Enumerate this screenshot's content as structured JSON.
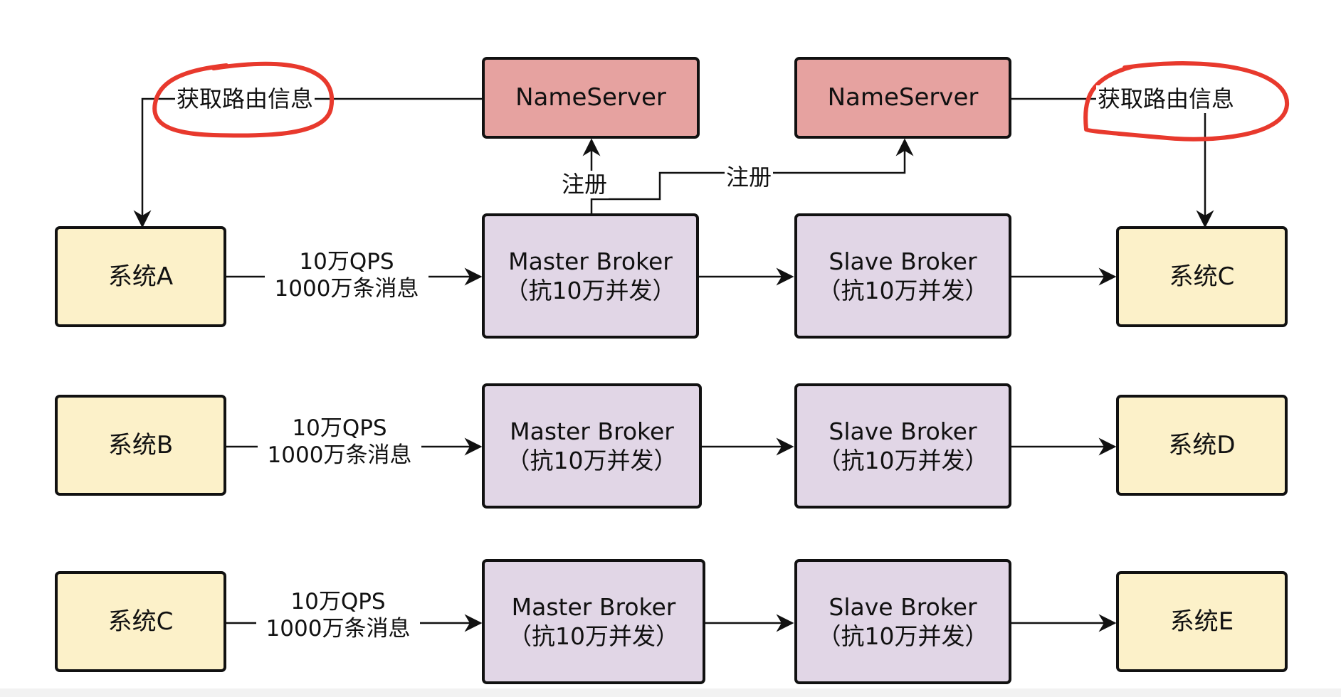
{
  "nameservers": [
    {
      "label": "NameServer"
    },
    {
      "label": "NameServer"
    }
  ],
  "annotations": {
    "route_left": "获取路由信息",
    "route_right": "获取路由信息",
    "register_left": "注册",
    "register_right": "注册",
    "highlight_color": "#e8392d"
  },
  "rows": [
    {
      "producer": "系统A",
      "flow_line1": "10万QPS",
      "flow_line2": "1000万条消息",
      "master_line1": "Master Broker",
      "master_line2": "（抗10万并发）",
      "slave_line1": "Slave Broker",
      "slave_line2": "（抗10万并发）",
      "consumer": "系统C"
    },
    {
      "producer": "系统B",
      "flow_line1": "10万QPS",
      "flow_line2": "1000万条消息",
      "master_line1": "Master Broker",
      "master_line2": "（抗10万并发）",
      "slave_line1": "Slave Broker",
      "slave_line2": "（抗10万并发）",
      "consumer": "系统D"
    },
    {
      "producer": "系统C",
      "flow_line1": "10万QPS",
      "flow_line2": "1000万条消息",
      "master_line1": "Master Broker",
      "master_line2": "（抗10万并发）",
      "slave_line1": "Slave Broker",
      "slave_line2": "（抗10万并发）",
      "consumer": "系统E"
    }
  ],
  "colors": {
    "nameserver_fill": "#e6a2a0",
    "system_fill": "#fcf1c9",
    "broker_fill": "#e1d6e6",
    "stroke": "#111111"
  }
}
